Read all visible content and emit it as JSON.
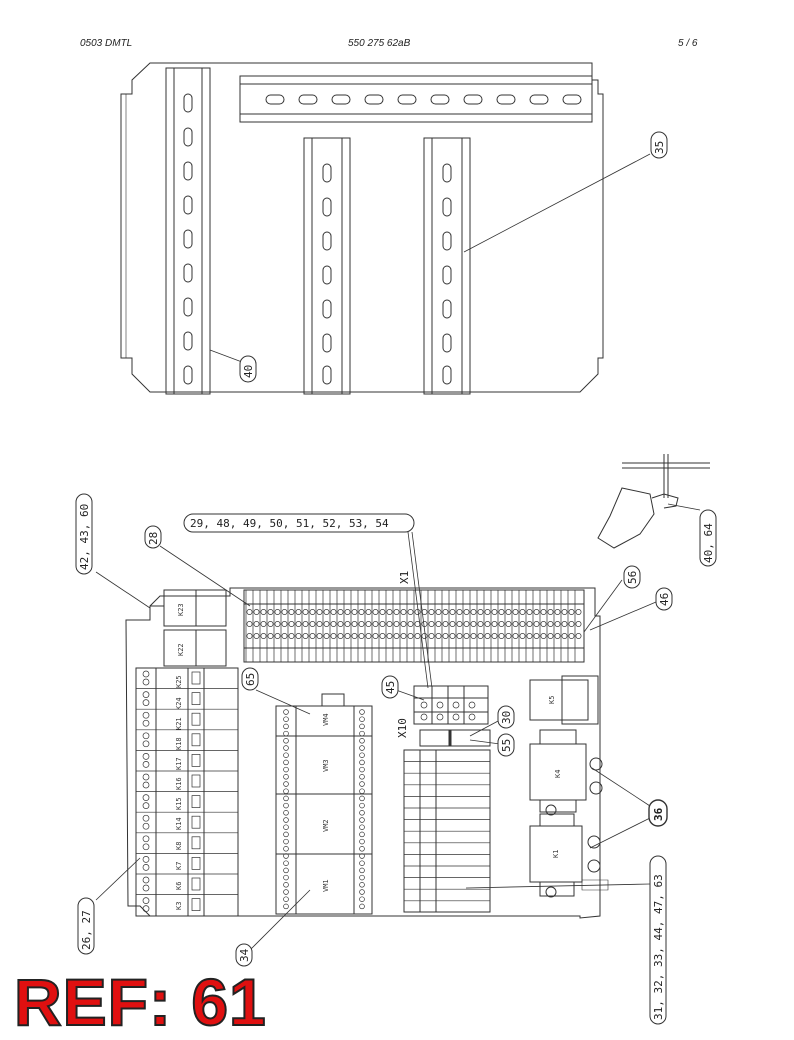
{
  "header": {
    "doc_code": "0503 DMTL",
    "part_number": "550 275 62aB",
    "page": "5 / 6"
  },
  "labels": {
    "ref_35": "35",
    "ref_40_top": "40",
    "ref_42": "42, 43, 60",
    "ref_28": "28",
    "ref_29": "29, 48, 49, 50, 51, 52, 53, 54",
    "ref_40_64": "40, 64",
    "ref_56": "56",
    "ref_46": "46",
    "ref_45": "45",
    "ref_65": "65",
    "ref_30": "30",
    "ref_55": "55",
    "ref_36": "36",
    "ref_63": "31, 32, 33, 44, 47, 63",
    "ref_26": "26, 27",
    "ref_34": "34",
    "x1": "X1",
    "x10": "X10"
  },
  "components": {
    "k23": "K23",
    "k22": "K22",
    "k25": "K25",
    "k24": "K24",
    "k21": "K21",
    "k18": "K18",
    "k17": "K17",
    "k16": "K16",
    "k15": "K15",
    "k14": "K14",
    "k8": "K8",
    "k7": "K7",
    "k6": "K6",
    "k3": "K3",
    "vm4": "VM4",
    "vm3": "VM3",
    "vm2": "VM2",
    "vm1": "VM1",
    "k5": "K5",
    "k4": "K4",
    "k1": "K1"
  },
  "stamp": "REF: 61"
}
